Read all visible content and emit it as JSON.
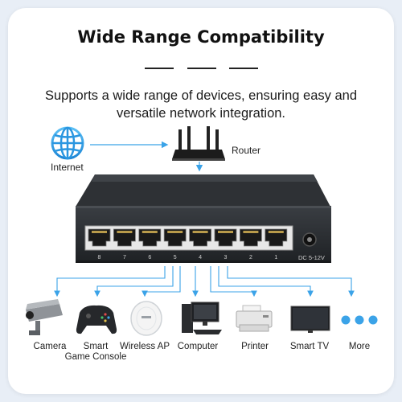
{
  "heading": {
    "title": "Wide Range Compatibility",
    "subtitle_line1": "Supports a wide range of devices, ensuring easy and",
    "subtitle_line2": "versatile network integration."
  },
  "top_nodes": {
    "internet_label": "Internet",
    "router_label": "Router"
  },
  "switch": {
    "port_numbers": [
      "8",
      "7",
      "6",
      "5",
      "4",
      "3",
      "2",
      "1"
    ],
    "power_label": "DC 5-12V"
  },
  "devices": [
    {
      "label": "Camera",
      "icon": "camera-icon"
    },
    {
      "label": "Smart",
      "label2": "Game Console",
      "icon": "game-controller-icon"
    },
    {
      "label": "Wireless AP",
      "icon": "wireless-ap-icon"
    },
    {
      "label": "Computer",
      "icon": "computer-icon"
    },
    {
      "label": "Printer",
      "icon": "printer-icon"
    },
    {
      "label": "Smart TV",
      "icon": "tv-icon"
    },
    {
      "label": "More",
      "icon": "more-dots-icon"
    }
  ],
  "colors": {
    "accent": "#3ba3e8",
    "switch_body": "#2a2d31",
    "background": "#e8eef6"
  }
}
